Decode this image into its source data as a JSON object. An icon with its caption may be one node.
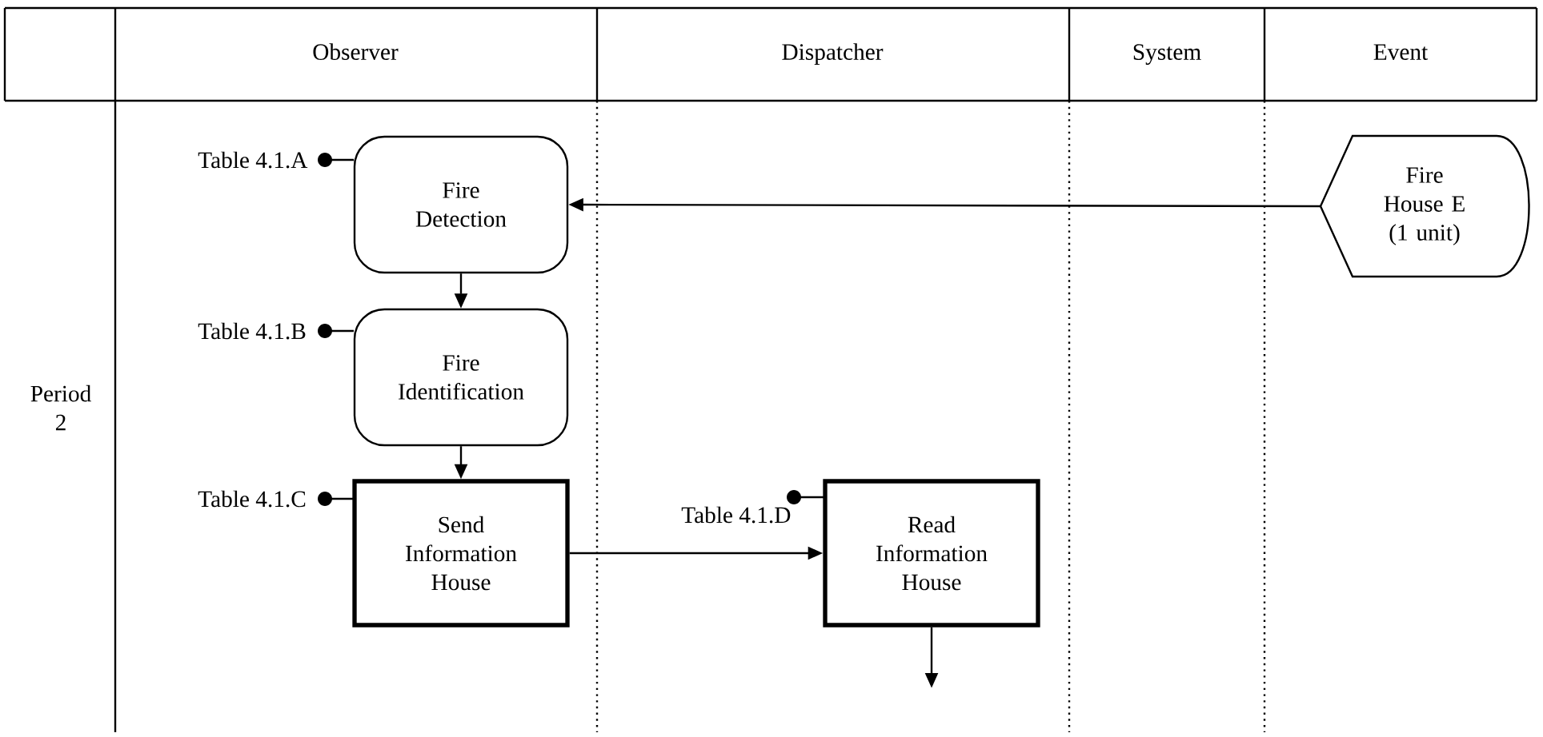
{
  "diagram": {
    "nodes": [
      {
        "text": [
          "Fire Detection"
        ],
        "beside": [
          "Table 4.1.A"
        ]
      },
      {
        "text": [
          "Fire Identification"
        ],
        "beside": [
          "Table 4.1.B"
        ]
      },
      {
        "text": [
          "Send Information House"
        ],
        "beside": [
          "Table 4.1.C"
        ]
      },
      {
        "text": [
          "Read Information House"
        ],
        "beside": [
          "Table 4.1.D"
        ]
      },
      {
        "text": [
          "Fire House E (1 unit)"
        ]
      }
    ],
    "edges": [
      {
        "from": 4,
        "to": 0,
        "arrow": "to"
      },
      {
        "from": 0,
        "to": 1,
        "arrow": "to"
      },
      {
        "from": 1,
        "to": 2,
        "arrow": "to"
      },
      {
        "from": 2,
        "to": 3,
        "arrow": "to"
      },
      {
        "from": 3,
        "to": null,
        "arrow": "to"
      }
    ],
    "labels": [
      "Observer",
      "Dispatcher",
      "System",
      "Event",
      "Period 2"
    ]
  }
}
